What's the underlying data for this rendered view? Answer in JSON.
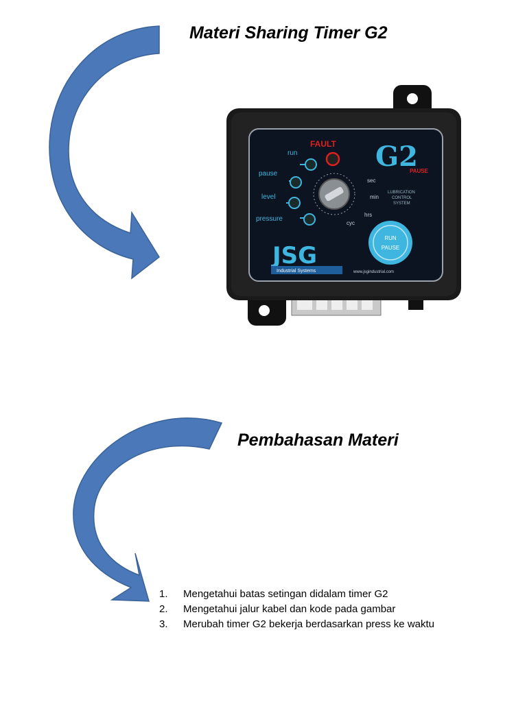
{
  "page": {
    "title": "Materi Sharing Timer G2",
    "section_title": "Pembahasan Materi"
  },
  "topics": [
    {
      "number": "1.",
      "text": "Mengetahui batas setingan didalam  timer G2"
    },
    {
      "number": "2.",
      "text": "Mengetahui jalur kabel dan kode pada gambar"
    },
    {
      "number": "3.",
      "text": "Merubah timer G2 bekerja berdasarkan press ke waktu"
    }
  ],
  "device": {
    "brand_logo": "G2",
    "brand_sub": "PAUSE",
    "fault_label": "FAULT",
    "indicators": [
      "run",
      "pause",
      "level",
      "pressure"
    ],
    "dial_labels": [
      "sec",
      "min",
      "hrs",
      "cyc"
    ],
    "button_line1": "RUN",
    "button_line2": "PAUSE",
    "maker_logo": "JSG",
    "maker_sub": "Industrial Systems",
    "website": "www.jsgindustrial.com",
    "desc": [
      "LUBRICATION",
      "CONTROL",
      "SYSTEM"
    ]
  },
  "colors": {
    "arrow_fill": "#4a78b8",
    "arrow_stroke": "#3a6298",
    "device_body": "#1a1a1a",
    "panel": "#0b1420",
    "accent_cyan": "#3fb6e0",
    "fault_red": "#e02020"
  }
}
